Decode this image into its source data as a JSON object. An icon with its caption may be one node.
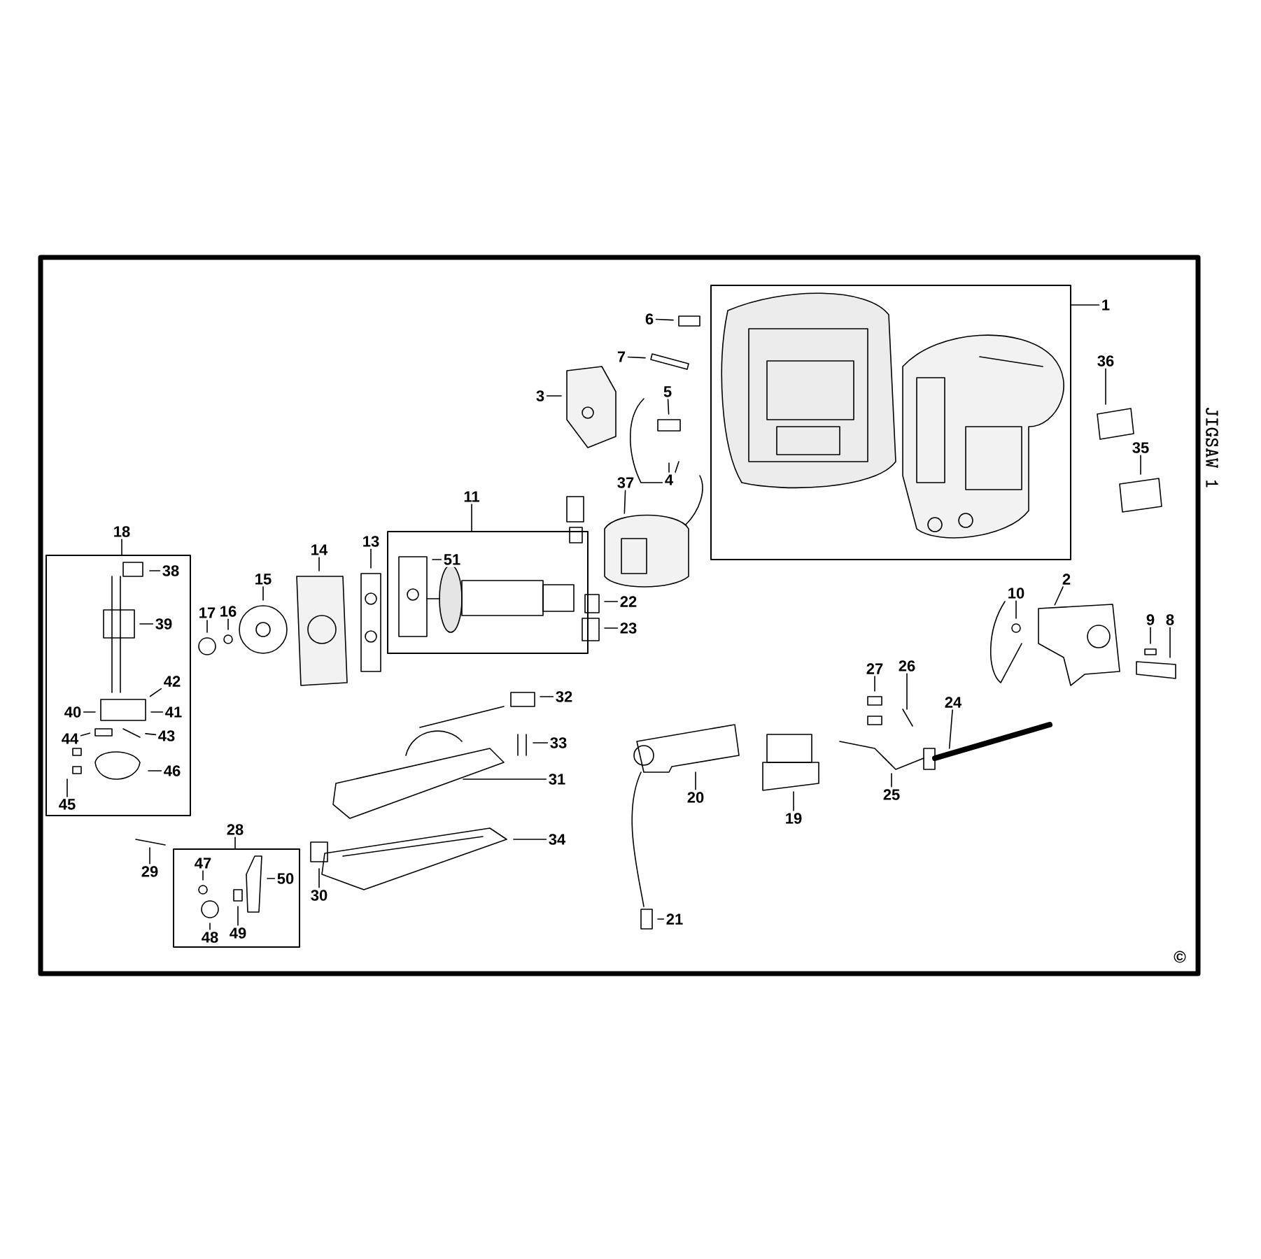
{
  "diagram": {
    "nodes": [
      {
        "text": [
          "1"
        ]
      },
      {
        "text": [],
        "shape": "box"
      },
      {
        "text": [
          "6"
        ]
      },
      {
        "text": [
          "7"
        ]
      },
      {
        "text": [
          "3"
        ]
      },
      {
        "text": [
          "5"
        ]
      },
      {
        "text": [
          "4"
        ]
      },
      {
        "text": [
          "36"
        ]
      },
      {
        "text": [
          "35"
        ]
      },
      {
        "text": [
          "11"
        ]
      },
      {
        "text": [],
        "shape": "box"
      },
      {
        "text": [
          "51"
        ],
        "in": 10
      },
      {
        "text": [
          "37"
        ]
      },
      {
        "text": [
          "18"
        ]
      },
      {
        "text": [],
        "shape": "box"
      },
      {
        "text": [
          "38"
        ],
        "in": 14
      },
      {
        "text": [
          "39"
        ],
        "in": 14
      },
      {
        "text": [
          "42"
        ],
        "in": 14
      },
      {
        "text": [
          "40"
        ],
        "in": 14
      },
      {
        "text": [
          "41"
        ],
        "in": 14
      },
      {
        "text": [
          "44"
        ],
        "in": 14
      },
      {
        "text": [
          "43"
        ],
        "in": 14
      },
      {
        "text": [
          "46"
        ],
        "in": 14
      },
      {
        "text": [
          "45"
        ],
        "in": 14
      },
      {
        "text": [
          "14"
        ]
      },
      {
        "text": [
          "13"
        ]
      },
      {
        "text": [
          "15"
        ]
      },
      {
        "text": [
          "17"
        ]
      },
      {
        "text": [
          "16"
        ]
      },
      {
        "text": [
          "22"
        ]
      },
      {
        "text": [
          "23"
        ]
      },
      {
        "text": [
          "10"
        ]
      },
      {
        "text": [
          "2"
        ]
      },
      {
        "text": [
          "9"
        ]
      },
      {
        "text": [
          "8"
        ]
      },
      {
        "text": [
          "27"
        ]
      },
      {
        "text": [
          "26"
        ]
      },
      {
        "text": [
          "24"
        ]
      },
      {
        "text": [
          "32"
        ]
      },
      {
        "text": [
          "33"
        ]
      },
      {
        "text": [
          "31"
        ]
      },
      {
        "text": [
          "20"
        ]
      },
      {
        "text": [
          "25"
        ]
      },
      {
        "text": [
          "19"
        ]
      },
      {
        "text": [
          "28"
        ]
      },
      {
        "text": [],
        "shape": "box"
      },
      {
        "text": [
          "29"
        ]
      },
      {
        "text": [
          "47"
        ],
        "in": 45
      },
      {
        "text": [
          "50"
        ],
        "in": 45
      },
      {
        "text": [
          "30"
        ]
      },
      {
        "text": [
          "34"
        ]
      },
      {
        "text": [
          "48"
        ],
        "in": 45
      },
      {
        "text": [
          "49"
        ],
        "in": 45
      },
      {
        "text": [
          "21"
        ]
      }
    ],
    "edges": [
      {
        "from": 0,
        "to": 1,
        "arrow": "none"
      },
      {
        "from": 9,
        "to": 10,
        "arrow": "none"
      },
      {
        "from": 13,
        "to": 14,
        "arrow": "none"
      },
      {
        "from": 44,
        "to": 45,
        "arrow": "none"
      },
      {
        "from": 2,
        "to": null,
        "arrow": "none"
      },
      {
        "from": 3,
        "to": null,
        "arrow": "none"
      },
      {
        "from": 4,
        "to": null,
        "arrow": "none"
      },
      {
        "from": 5,
        "to": null,
        "arrow": "none"
      },
      {
        "from": 6,
        "to": null,
        "arrow": "none"
      },
      {
        "from": 7,
        "to": null,
        "arrow": "none"
      },
      {
        "from": 8,
        "to": null,
        "arrow": "none"
      },
      {
        "from": 11,
        "to": null,
        "arrow": "none"
      },
      {
        "from": 12,
        "to": null,
        "arrow": "none"
      },
      {
        "from": 15,
        "to": null,
        "arrow": "none"
      },
      {
        "from": 16,
        "to": null,
        "arrow": "none"
      },
      {
        "from": 17,
        "to": null,
        "arrow": "none"
      },
      {
        "from": 18,
        "to": null,
        "arrow": "none"
      },
      {
        "from": 19,
        "to": null,
        "arrow": "none"
      },
      {
        "from": 20,
        "to": null,
        "arrow": "none"
      },
      {
        "from": 21,
        "to": null,
        "arrow": "none"
      },
      {
        "from": 22,
        "to": null,
        "arrow": "none"
      },
      {
        "from": 23,
        "to": null,
        "arrow": "none"
      },
      {
        "from": 24,
        "to": null,
        "arrow": "none"
      },
      {
        "from": 25,
        "to": null,
        "arrow": "none"
      },
      {
        "from": 26,
        "to": null,
        "arrow": "none"
      },
      {
        "from": 27,
        "to": null,
        "arrow": "none"
      },
      {
        "from": 28,
        "to": null,
        "arrow": "none"
      },
      {
        "from": 29,
        "to": null,
        "arrow": "none"
      },
      {
        "from": 30,
        "to": null,
        "arrow": "none"
      },
      {
        "from": 31,
        "to": null,
        "arrow": "none"
      },
      {
        "from": 32,
        "to": null,
        "arrow": "none"
      },
      {
        "from": 33,
        "to": null,
        "arrow": "none"
      },
      {
        "from": 34,
        "to": null,
        "arrow": "none"
      },
      {
        "from": 35,
        "to": null,
        "arrow": "none"
      },
      {
        "from": 36,
        "to": null,
        "arrow": "none"
      },
      {
        "from": 37,
        "to": null,
        "arrow": "none"
      },
      {
        "from": 38,
        "to": null,
        "arrow": "none"
      },
      {
        "from": 39,
        "to": null,
        "arrow": "none"
      },
      {
        "from": 40,
        "to": null,
        "arrow": "none"
      },
      {
        "from": 41,
        "to": null,
        "arrow": "none"
      },
      {
        "from": 42,
        "to": null,
        "arrow": "none"
      },
      {
        "from": 43,
        "to": null,
        "arrow": "none"
      },
      {
        "from": 46,
        "to": null,
        "arrow": "none"
      },
      {
        "from": 47,
        "to": null,
        "arrow": "none"
      },
      {
        "from": 48,
        "to": null,
        "arrow": "none"
      },
      {
        "from": 49,
        "to": null,
        "arrow": "none"
      },
      {
        "from": 50,
        "to": null,
        "arrow": "none"
      },
      {
        "from": 51,
        "to": null,
        "arrow": "none"
      },
      {
        "from": 52,
        "to": null,
        "arrow": "none"
      },
      {
        "from": 53,
        "to": null,
        "arrow": "none"
      }
    ],
    "labels": [
      "JIGSAW 1",
      "©"
    ]
  }
}
